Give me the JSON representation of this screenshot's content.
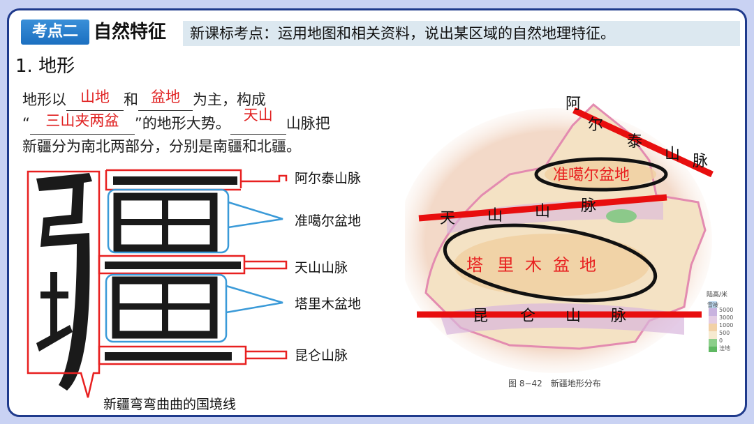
{
  "header": {
    "badge": "考点二",
    "title": "自然特征",
    "standard": "新课标考点：运用地图和相关资料，说出某区域的自然地理特征。"
  },
  "section": "1. 地形",
  "paragraph": {
    "l1_a": "地形以",
    "blank1": "山地",
    "l1_b": "和",
    "blank2": "盆地",
    "l1_c": "为主，构成",
    "l2_a": "“",
    "blank3": "三山夹两盆",
    "l2_b": "”的地形大势。",
    "blank4": "天山",
    "l2_c": "山脉把",
    "l3": "新疆分为南北两部分，分别是南疆和北疆。"
  },
  "diagram": {
    "character": "疆",
    "labels": [
      "阿尔泰山脉",
      "准噶尔盆地",
      "天山山脉",
      "塔里木盆地",
      "昆仑山脉"
    ],
    "border_label": "新疆弯弯曲曲的国境线"
  },
  "map": {
    "altai": [
      "阿",
      "尔",
      "泰",
      "山",
      "脉"
    ],
    "tianshan": [
      "天",
      "山",
      "山",
      "脉"
    ],
    "kunlun": [
      "昆",
      "仑",
      "山",
      "脉"
    ],
    "junggar": "准噶尔盆地",
    "tarim": [
      "塔",
      "里",
      "木",
      "盆",
      "地"
    ],
    "legend_title": "陆高/米",
    "legend": [
      "雪被",
      "5000",
      "3000",
      "1000",
      "500",
      "0",
      "洼地"
    ],
    "caption": "图 8−42　新疆地形分布"
  },
  "colors": {
    "accent_red": "#e82020",
    "frame_blue": "#1f3a8c",
    "callout_blue": "#3a9ad8"
  }
}
